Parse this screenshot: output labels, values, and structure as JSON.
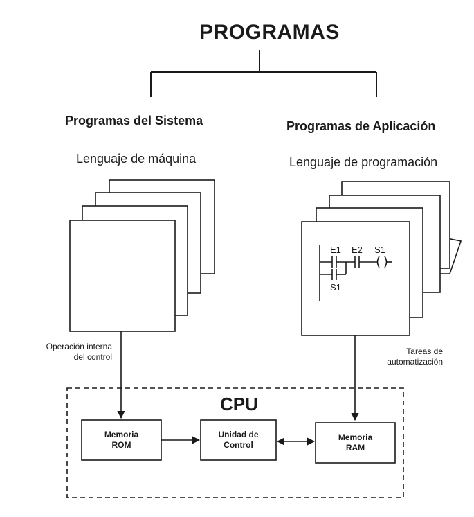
{
  "title": "PROGRAMAS",
  "left": {
    "heading": "Programas del Sistema",
    "subheading": "Lenguaje de máquina",
    "flow_label_line1": "Operación interna",
    "flow_label_line2": "del control"
  },
  "right": {
    "heading": "Programas de Aplicación",
    "subheading": "Lenguaje de programación",
    "flow_label_line1": "Tareas de",
    "flow_label_line2": "automatización",
    "ladder": {
      "contact_e1": "E1",
      "contact_e2": "E2",
      "coil_s1": "S1",
      "contact_s1": "S1"
    }
  },
  "cpu": {
    "label": "CPU",
    "rom_line1": "Memoria",
    "rom_line2": "ROM",
    "control_line1": "Unidad de",
    "control_line2": "Control",
    "ram_line1": "Memoria",
    "ram_line2": "RAM"
  }
}
